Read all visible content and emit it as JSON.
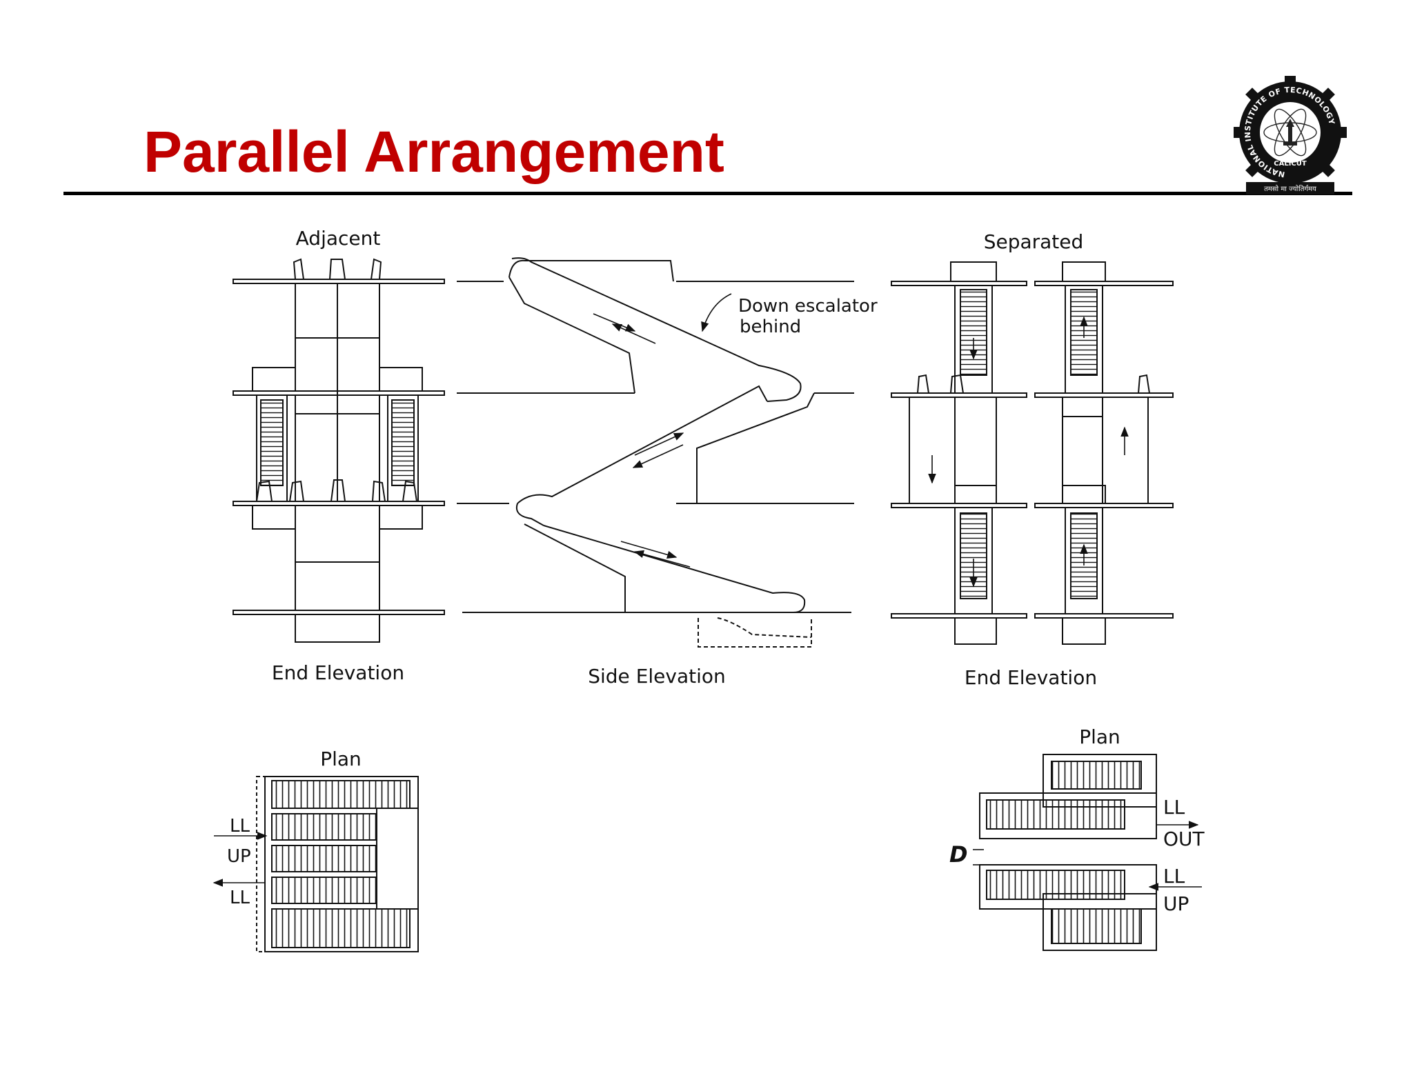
{
  "slide": {
    "title": "Parallel Arrangement"
  },
  "logo": {
    "ring_text": "NATIONAL INSTITUTE OF TECHNOLOGY",
    "city": "CALICUT",
    "motto": "तमसो मा ज्योतिर्गमय"
  },
  "diagram": {
    "adjacent_label": "Adjacent",
    "separated_label": "Separated",
    "end_elevation_left": "End Elevation",
    "side_elevation": "Side Elevation",
    "end_elevation_right": "End Elevation",
    "callout_line1": "Down escalator",
    "callout_line2": "behind",
    "plan_left_label": "Plan",
    "plan_right_label": "Plan",
    "plan_left_ll_top": "LL",
    "plan_left_up": "UP",
    "plan_left_ll_bottom": "LL",
    "plan_right_ll_top": "LL",
    "plan_right_out": "OUT",
    "plan_right_d": "D",
    "plan_right_ll_bottom": "LL",
    "plan_right_up": "UP"
  }
}
